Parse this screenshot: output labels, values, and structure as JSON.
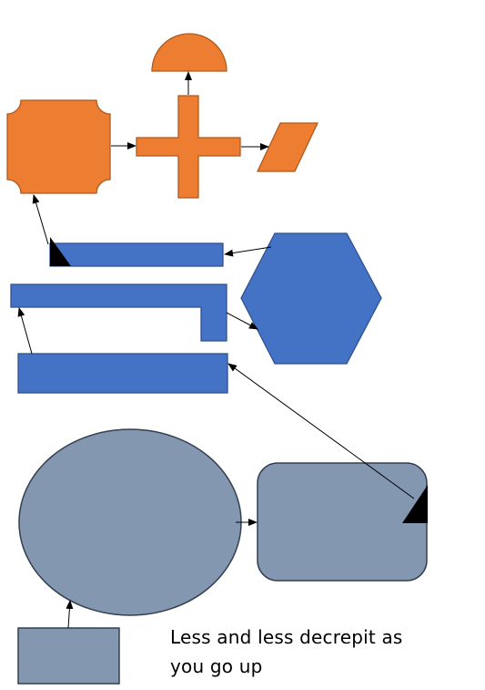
{
  "colors": {
    "orange_fill": "#ED7D31",
    "orange_stroke": "#AE5A21",
    "blue_fill": "#4472C4",
    "blue_stroke": "#2F528F",
    "gray_fill": "#8497B0",
    "gray_stroke": "#333F50",
    "connector": "#000000",
    "background": "#FFFFFF"
  },
  "caption": {
    "line1": "Less and less decrepit as",
    "line2": "you go up"
  },
  "shapes": [
    {
      "id": "half-circle",
      "kind": "half-circle",
      "group": "orange"
    },
    {
      "id": "plaque",
      "kind": "plaque",
      "group": "orange"
    },
    {
      "id": "cross",
      "kind": "plus",
      "group": "orange"
    },
    {
      "id": "parallelogram",
      "kind": "parallelogram",
      "group": "orange"
    },
    {
      "id": "bar-with-corner",
      "kind": "rectangle",
      "group": "blue"
    },
    {
      "id": "hexagon",
      "kind": "hexagon",
      "group": "blue"
    },
    {
      "id": "l-shape",
      "kind": "l-shape",
      "group": "blue"
    },
    {
      "id": "wide-bar",
      "kind": "rectangle",
      "group": "blue"
    },
    {
      "id": "ellipse",
      "kind": "ellipse",
      "group": "gray"
    },
    {
      "id": "rounded-rectangle",
      "kind": "rounded-rectangle",
      "group": "gray"
    },
    {
      "id": "small-rectangle",
      "kind": "rectangle",
      "group": "gray"
    }
  ],
  "connectors": [
    {
      "from": "small-rectangle",
      "to": "ellipse"
    },
    {
      "from": "ellipse",
      "to": "rounded-rectangle"
    },
    {
      "from": "rounded-rectangle",
      "to": "wide-bar"
    },
    {
      "from": "wide-bar",
      "to": "l-shape"
    },
    {
      "from": "l-shape",
      "to": "hexagon"
    },
    {
      "from": "hexagon",
      "to": "bar-with-corner"
    },
    {
      "from": "bar-with-corner",
      "to": "plaque"
    },
    {
      "from": "plaque",
      "to": "cross"
    },
    {
      "from": "cross",
      "to": "parallelogram"
    },
    {
      "from": "cross",
      "to": "half-circle"
    }
  ]
}
